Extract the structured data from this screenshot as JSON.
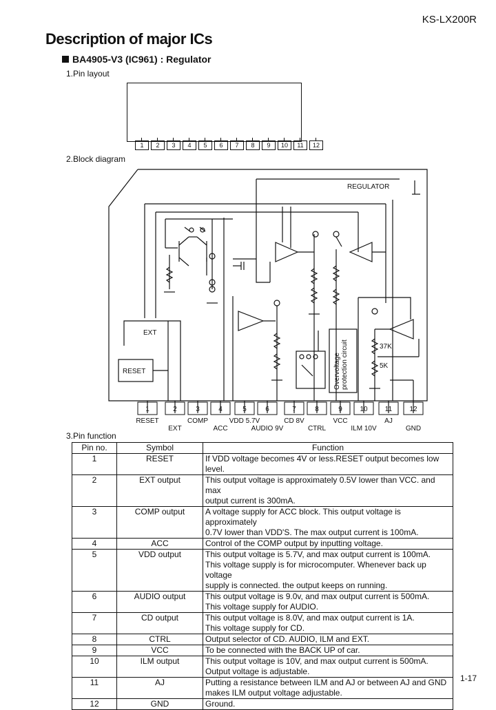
{
  "header": {
    "model": "KS-LX200R"
  },
  "title": "Description of major ICs",
  "subhead": "BA4905-V3 (IC961) : Regulator",
  "sections": {
    "pin_layout": "1.Pin layout",
    "block_diagram": "2.Block diagram",
    "pin_function": "3.Pin function"
  },
  "pin_layout_numbers": [
    "1",
    "2",
    "3",
    "4",
    "5",
    "6",
    "7",
    "8",
    "9",
    "10",
    "11",
    "12"
  ],
  "diagram": {
    "regulator": "REGULATOR",
    "ext": "EXT",
    "reset": "RESET",
    "overvoltage": "Overvoltage",
    "protection": "protection circuit",
    "r37k": "37K",
    "r5k": "5K",
    "pin_numbers": [
      "1",
      "2",
      "3",
      "4",
      "5",
      "6",
      "7",
      "8",
      "9",
      "10",
      "11",
      "12"
    ],
    "labels_top": [
      "RESET",
      "COMP",
      "VDD 5.7V",
      "CD 8V",
      "VCC",
      "AJ"
    ],
    "labels_bottom": [
      "EXT",
      "ACC",
      "AUDIO 9V",
      "CTRL",
      "ILM 10V",
      "GND"
    ]
  },
  "table": {
    "headers": [
      "Pin no.",
      "Symbol",
      "Function"
    ],
    "rows": [
      {
        "pin": "1",
        "symbol": "RESET",
        "function": [
          "If VDD voltage becomes 4V or less.RESET output becomes low level."
        ]
      },
      {
        "pin": "2",
        "symbol": "EXT output",
        "function": [
          "This output voltage is approximately 0.5V lower than VCC. and max",
          "output current is 300mA."
        ]
      },
      {
        "pin": "3",
        "symbol": "COMP output",
        "function": [
          "A voltage supply for ACC block. This output voltage is approximately",
          "0.7V lower than VDD'S. The max output current is 100mA."
        ]
      },
      {
        "pin": "4",
        "symbol": "ACC",
        "function": [
          "Control of the COMP output by inputting voltage."
        ]
      },
      {
        "pin": "5",
        "symbol": "VDD output",
        "function": [
          "This output voltage is 5.7V, and max output current is 100mA.",
          "This voltage supply is for microcomputer. Whenever back up voltage",
          "supply is connected. the output keeps on running."
        ]
      },
      {
        "pin": "6",
        "symbol": "AUDIO output",
        "function": [
          "This output voltage is 9.0v, and max output current is 500mA.",
          "This voltage supply for AUDIO."
        ]
      },
      {
        "pin": "7",
        "symbol": "CD output",
        "function": [
          "This output voltage is 8.0V, and max output current is 1A.",
          "This voltage supply for CD."
        ]
      },
      {
        "pin": "8",
        "symbol": "CTRL",
        "function": [
          "Output selector of CD. AUDIO, ILM and EXT."
        ]
      },
      {
        "pin": "9",
        "symbol": "VCC",
        "function": [
          "To be connected with the BACK UP of car."
        ]
      },
      {
        "pin": "10",
        "symbol": "ILM output",
        "function": [
          "This output voltage is 10V, and max output current is 500mA.",
          "Output voltage is adjustable."
        ]
      },
      {
        "pin": "11",
        "symbol": "AJ",
        "function": [
          "Putting a resistance between ILM and AJ or between AJ and GND",
          "makes ILM output voltage adjustable."
        ]
      },
      {
        "pin": "12",
        "symbol": "GND",
        "function": [
          "Ground."
        ]
      }
    ]
  },
  "footer": {
    "page": "1-17"
  }
}
